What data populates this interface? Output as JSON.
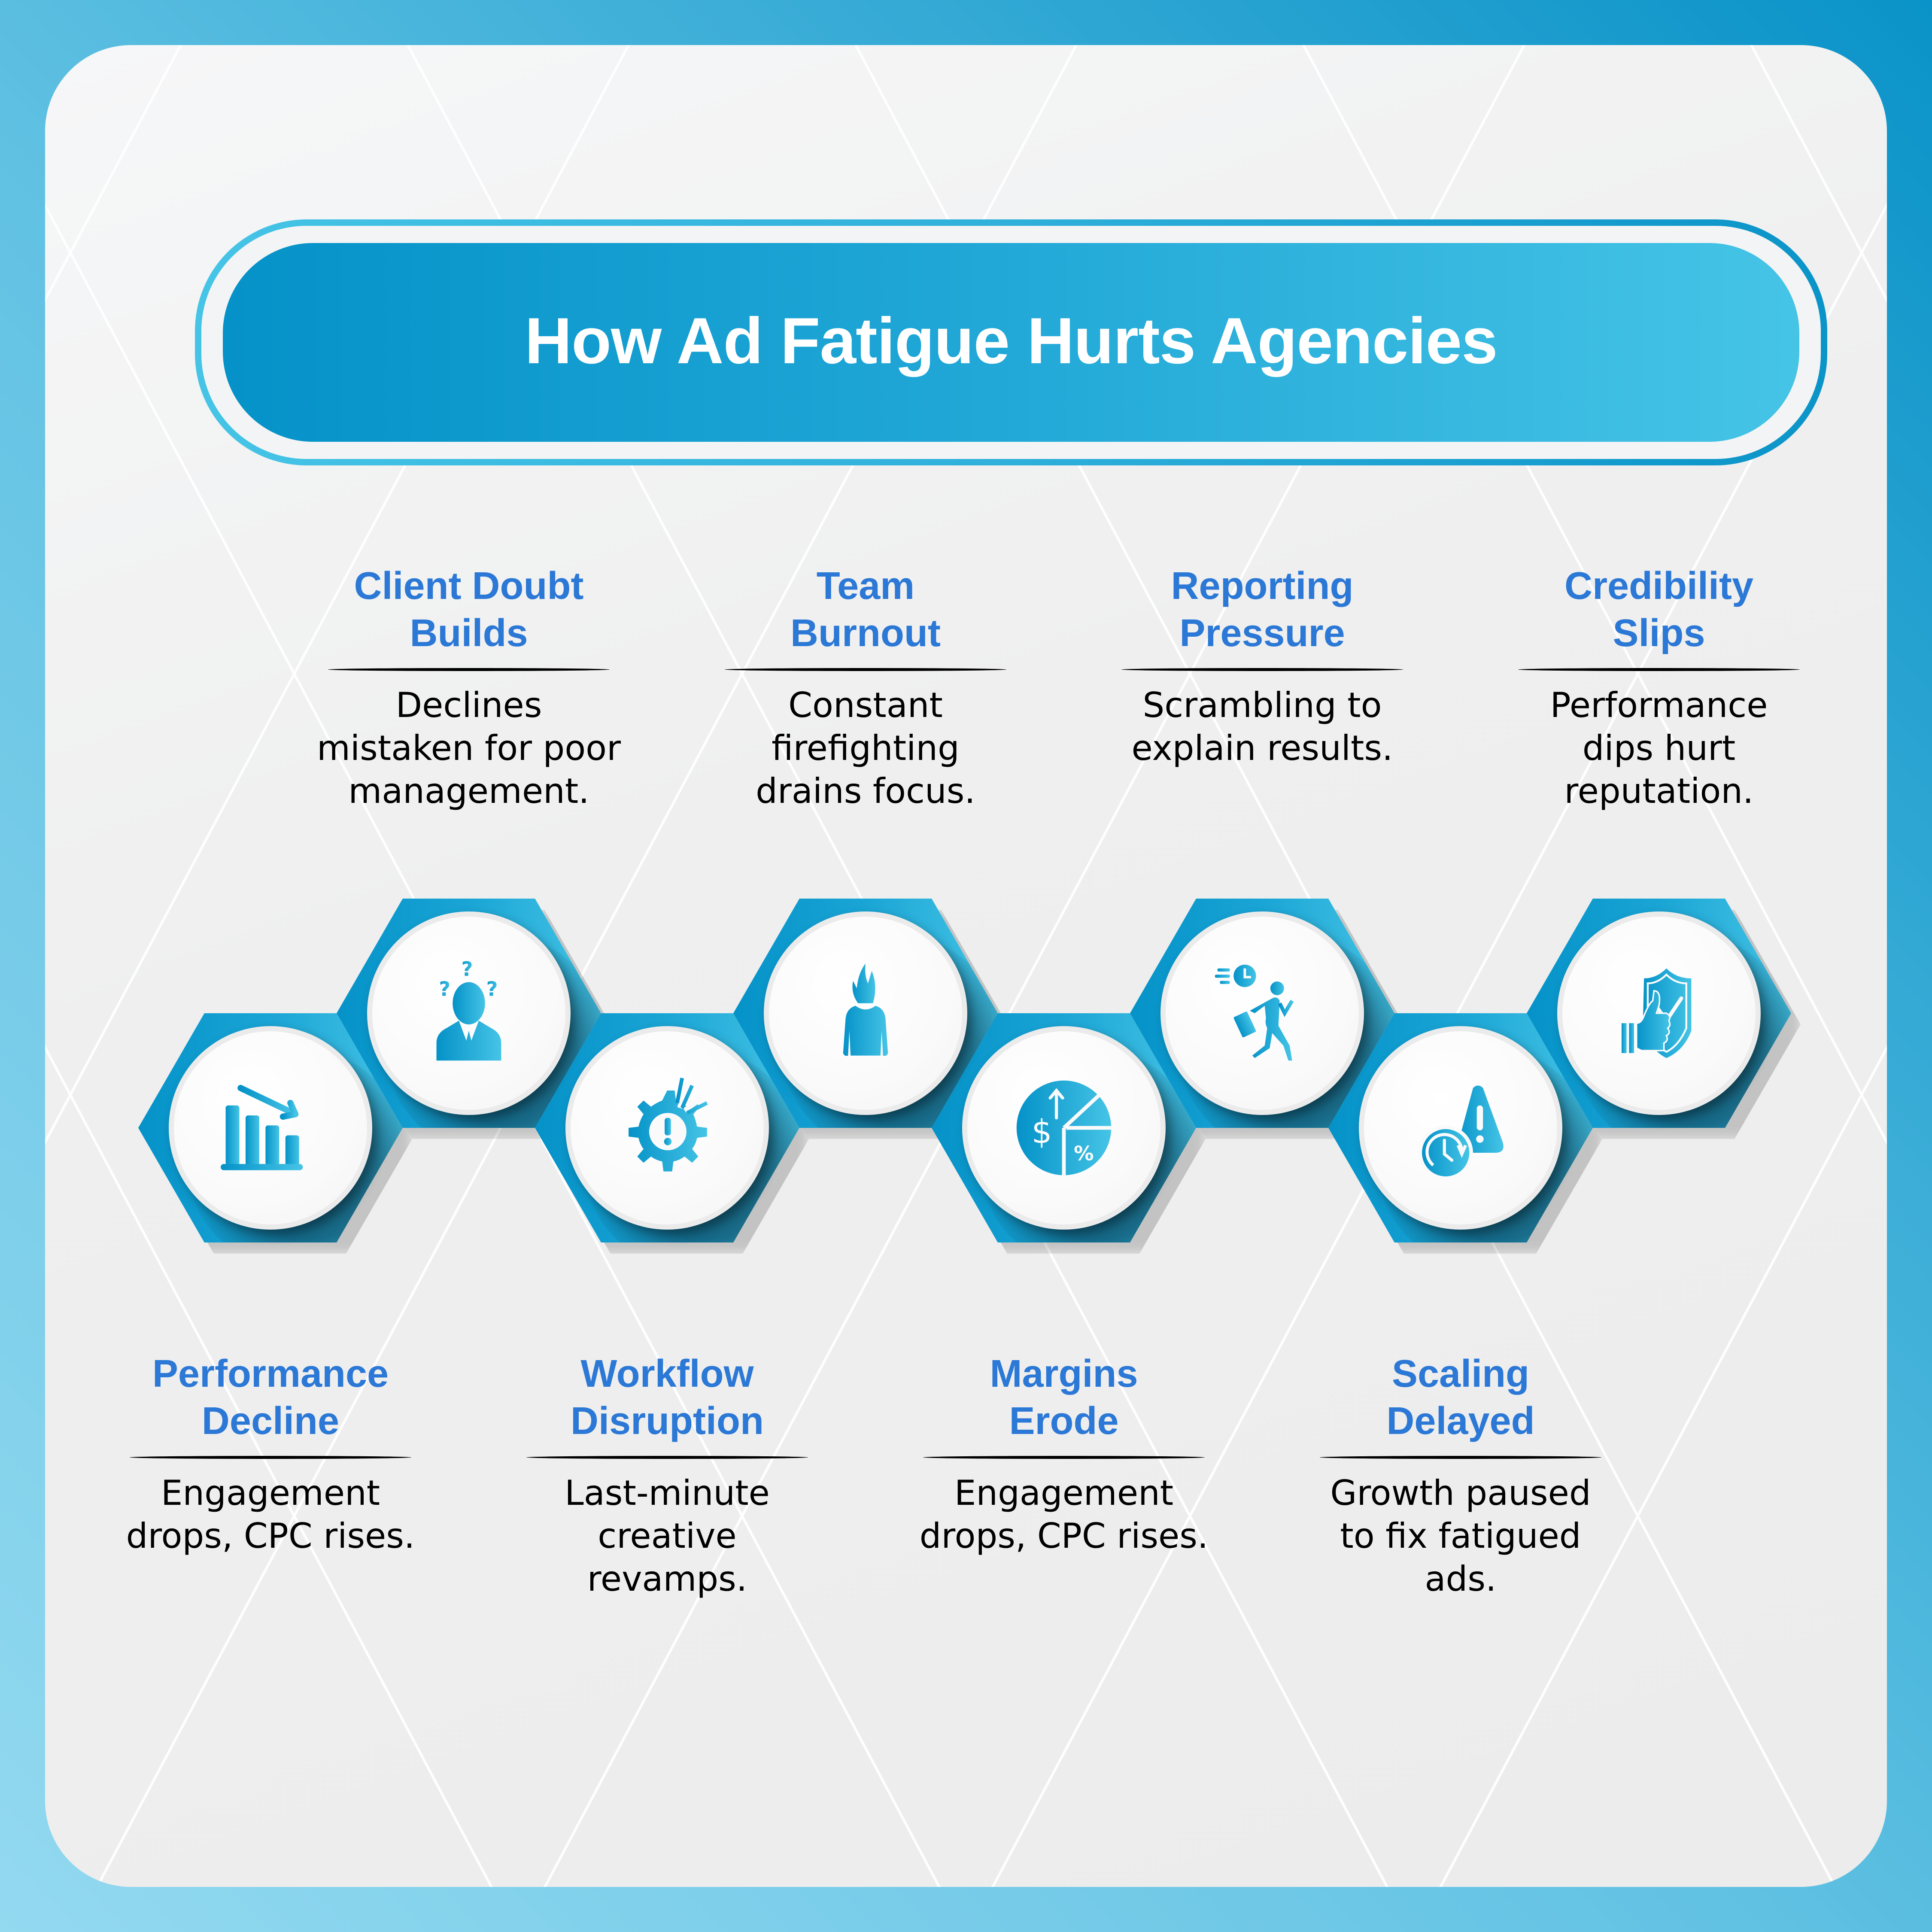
{
  "header": {
    "title": "How Ad Fatigue Hurts Agencies"
  },
  "colors": {
    "accent_dark": "#0592c8",
    "accent_light": "#45c4e6",
    "label_title": "#2b78d6",
    "label_desc": "#000000",
    "background": "#f1f1f1"
  },
  "steps": [
    {
      "position": "bottom",
      "icon": "bar-chart-declining-icon",
      "title": "Performance\nDecline",
      "description": "Engagement\ndrops, CPC rises."
    },
    {
      "position": "top",
      "icon": "confused-person-icon",
      "title": "Client Doubt\nBuilds",
      "description": "Declines\nmistaken for poor\nmanagement."
    },
    {
      "position": "bottom",
      "icon": "broken-gear-alert-icon",
      "title": "Workflow\nDisruption",
      "description": "Last-minute\ncreative\nrevamps."
    },
    {
      "position": "top",
      "icon": "burnout-person-flame-icon",
      "title": "Team\nBurnout",
      "description": "Constant\nfirefighting\ndrains focus."
    },
    {
      "position": "bottom",
      "icon": "pie-chart-dollar-percent-icon",
      "title": "Margins\nErode",
      "description": "Engagement\ndrops, CPC rises."
    },
    {
      "position": "top",
      "icon": "running-businessman-clock-icon",
      "title": "Reporting\nPressure",
      "description": "Scrambling to\nexplain results."
    },
    {
      "position": "bottom",
      "icon": "clock-warning-icon",
      "title": "Scaling\nDelayed",
      "description": "Growth paused\nto fix fatigued\nads."
    },
    {
      "position": "top",
      "icon": "thumbs-up-shield-icon",
      "title": "Credibility\nSlips",
      "description": "Performance\ndips hurt\nreputation."
    }
  ]
}
